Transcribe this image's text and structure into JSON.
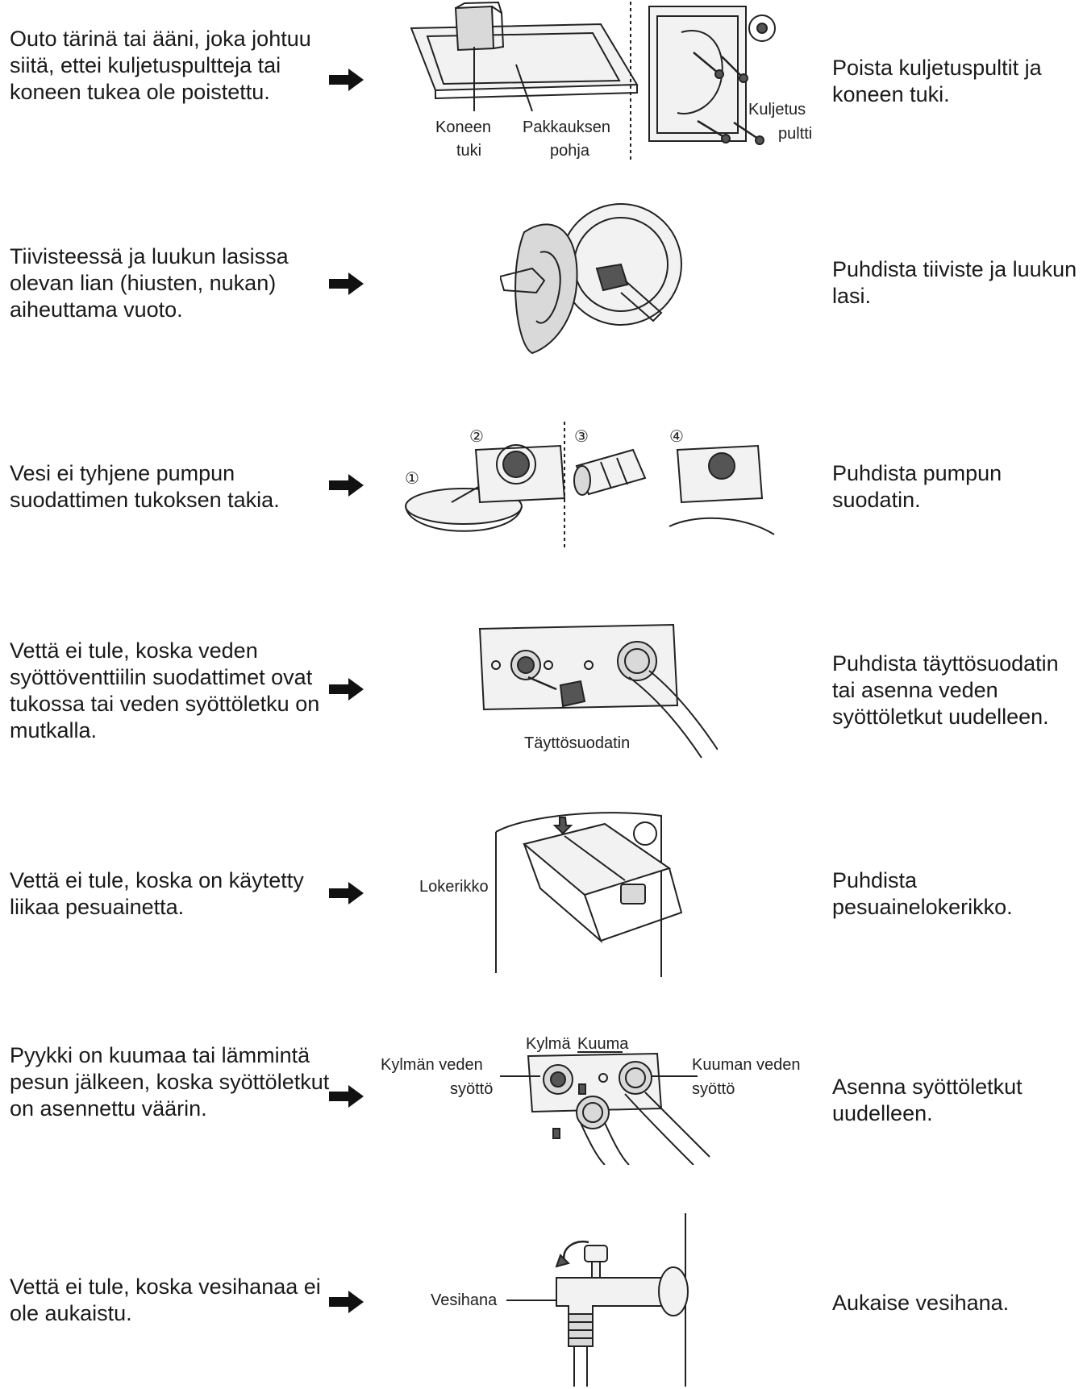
{
  "rows": [
    {
      "problem": "Outo tärinä tai ääni, joka johtuu siitä, ettei kuljetuspultteja tai koneen tukea ole poistettu.",
      "solution": "Poista kuljetuspultit ja koneen tuki.",
      "labels": {
        "koneen_1": "Koneen",
        "koneen_2": "tuki",
        "pakkaus_1": "Pakkauksen",
        "pakkaus_2": "pohja",
        "kuljetus_1": "Kuljetus",
        "kuljetus_2": "pultti"
      }
    },
    {
      "problem": "Tiivisteessä ja luukun lasissa olevan lian (hiusten, nukan) aiheuttama vuoto.",
      "solution": "Puhdista tiiviste ja luukun lasi."
    },
    {
      "problem": "Vesi ei tyhjene pumpun suodattimen tukoksen takia.",
      "solution": "Puhdista pumpun suodatin.",
      "labels": {
        "step1": "①",
        "step2": "②",
        "step3": "③",
        "step4": "④"
      }
    },
    {
      "problem": "Vettä ei tule, koska veden syöttöventtiilin suodattimet ovat tukossa tai veden syöttöletku on mutkalla.",
      "solution": "Puhdista täyttösuodatin tai asenna veden syöttöletkut uudelleen.",
      "labels": {
        "filter": "Täyttösuodatin"
      }
    },
    {
      "problem": "Vettä ei tule, koska on käytetty liikaa pesuainetta.",
      "solution": "Puhdista pesuainelokerikko.",
      "labels": {
        "drawer": "Lokerikko"
      }
    },
    {
      "problem": "Pyykki on kuumaa tai lämmintä pesun jälkeen, koska syöttöletkut on asennettu väärin.",
      "solution": "Asenna syöttöletkut uudelleen.",
      "labels": {
        "kylma": "Kylmä",
        "kuuma": "Kuuma",
        "cold_1": "Kylmän veden",
        "cold_2": "syöttö",
        "hot_1": "Kuuman veden",
        "hot_2": "syöttö"
      }
    },
    {
      "problem": "Vettä ei tule, koska vesihanaa ei ole aukaistu.",
      "solution": "Aukaise vesihana.",
      "labels": {
        "tap": "Vesihana"
      }
    }
  ],
  "icons": {
    "arrow": "right-arrow-icon"
  }
}
